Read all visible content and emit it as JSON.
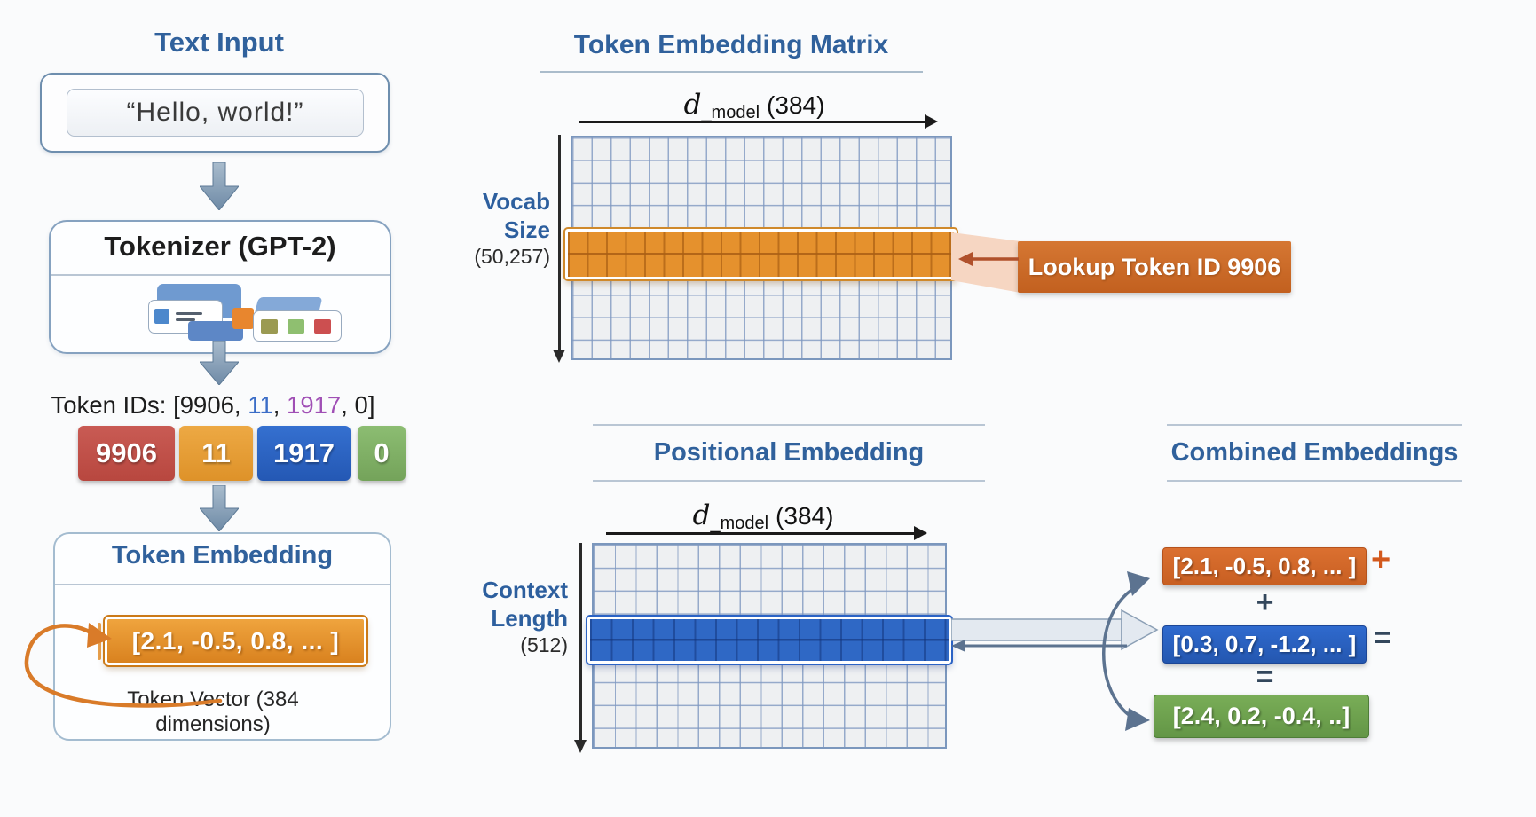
{
  "text_input": {
    "title": "Text Input",
    "value": "“Hello, world!”"
  },
  "tokenizer": {
    "title": "Tokenizer (GPT-2)"
  },
  "token_ids": {
    "label_prefix": "Token IDs: [",
    "id1": "9906",
    "comma1": ", ",
    "id2": "11",
    "comma2": ", ",
    "id3": "1917",
    "comma3": ", ",
    "id4": "0",
    "suffix": "]",
    "chips": [
      {
        "label": "9906",
        "color": "#c0504d"
      },
      {
        "label": "11",
        "color": "#e9a23b"
      },
      {
        "label": "1917",
        "color": "#2b63c5"
      },
      {
        "label": "0",
        "color": "#84b56a"
      }
    ]
  },
  "token_embedding": {
    "title": "Token Embedding",
    "vector": "[2.1, -0.5, 0.8, ... ]",
    "caption": "Token Vector (384 dimensions)"
  },
  "embedding_matrix": {
    "title": "Token Embedding Matrix",
    "d_model": {
      "d": "d",
      "sub": "_model",
      "dim": "(384)"
    },
    "axis": {
      "line1": "Vocab",
      "line2": "Size",
      "line3": "(50,257)"
    },
    "lookup_label": "Lookup Token ID 9906",
    "highlight_color": "#e5912d"
  },
  "positional_embedding": {
    "title": "Positional Embedding",
    "d_model": {
      "d": "d",
      "sub": "_model",
      "dim": "(384)"
    },
    "axis": {
      "line1": "Context",
      "line2": "Length",
      "line3": "(512)"
    },
    "highlight_color": "#2f68c5"
  },
  "combined": {
    "title": "Combined Embeddings",
    "token_vector": "[2.1, -0.5, 0.8, ... ]",
    "plus_right": "+",
    "plus_center": "+",
    "positional_vector": "[0.3, 0.7, -1.2, ... ]",
    "equals_right": "=",
    "equals_center": "=",
    "result_vector": "[2.4, 0.2, -0.4, ..]",
    "token_color": "#d4682a",
    "positional_color": "#2b63c5",
    "result_color": "#71a650"
  }
}
